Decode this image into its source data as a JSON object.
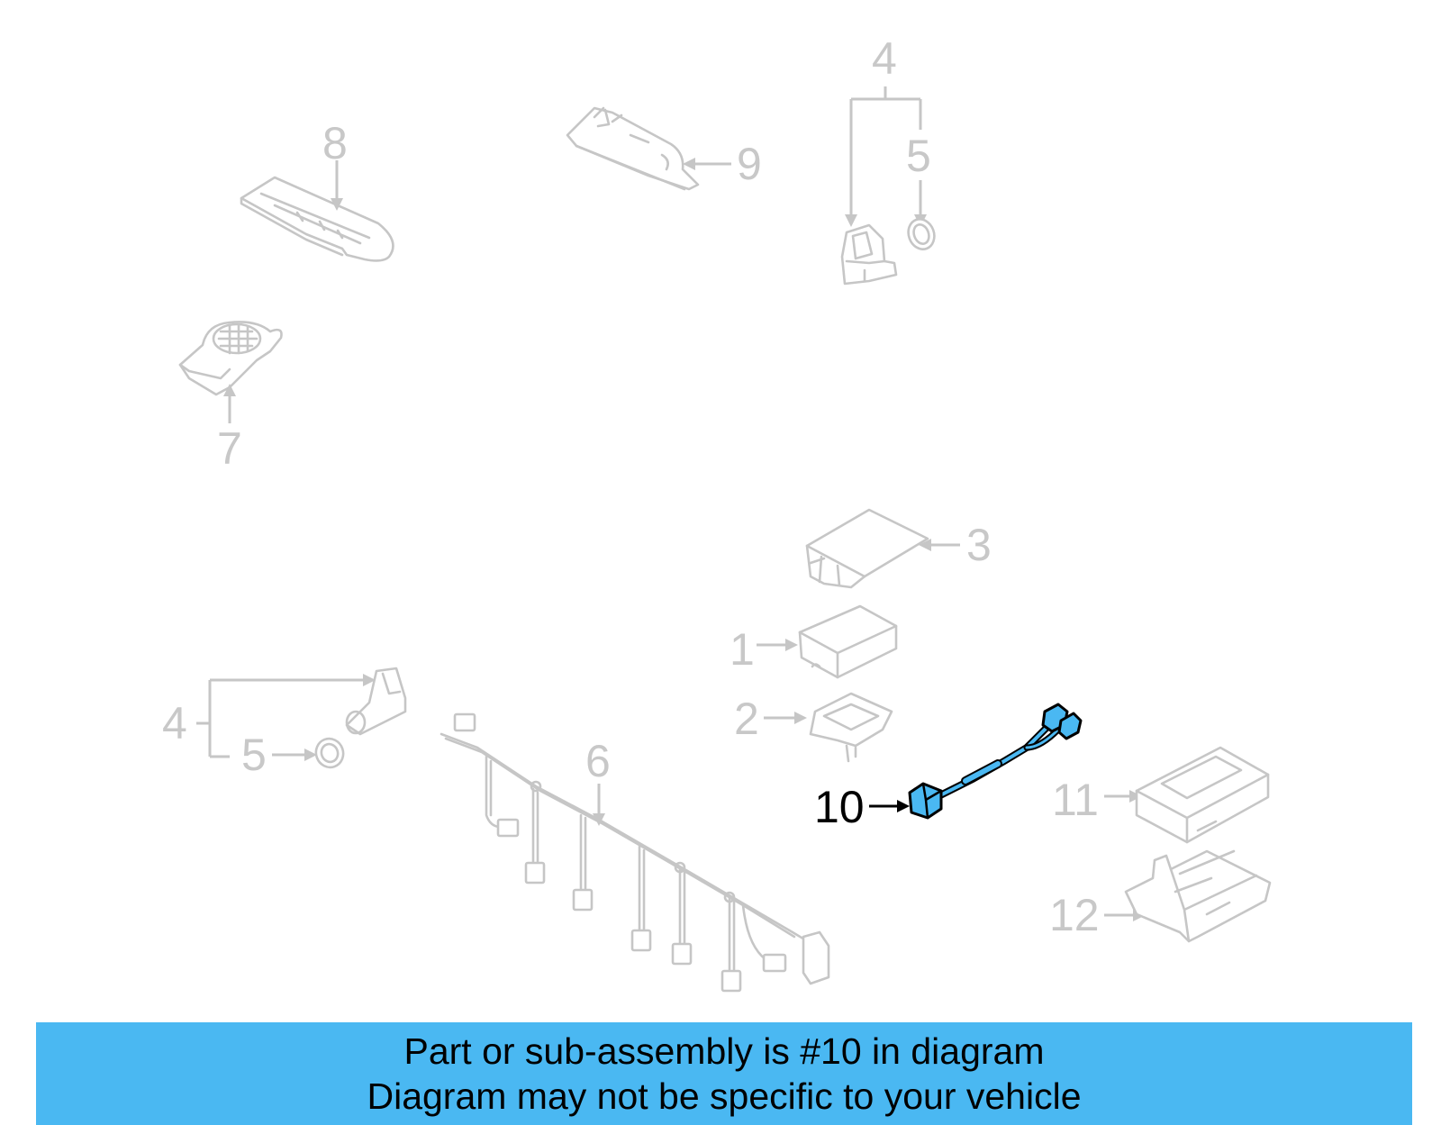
{
  "callouts": {
    "c1": "1",
    "c2": "2",
    "c3": "3",
    "c4_top": "4",
    "c5_top": "5",
    "c4_left": "4",
    "c5_left": "5",
    "c6": "6",
    "c7": "7",
    "c8": "8",
    "c9": "9",
    "c10": "10",
    "c11": "11",
    "c12": "12"
  },
  "highlight": {
    "part_number": "10",
    "color": "#4ab8f2"
  },
  "banner": {
    "line1": "Part or sub-assembly is #10 in diagram",
    "line2": "Diagram may not be specific to your vehicle",
    "background": "#4ab8f2"
  }
}
